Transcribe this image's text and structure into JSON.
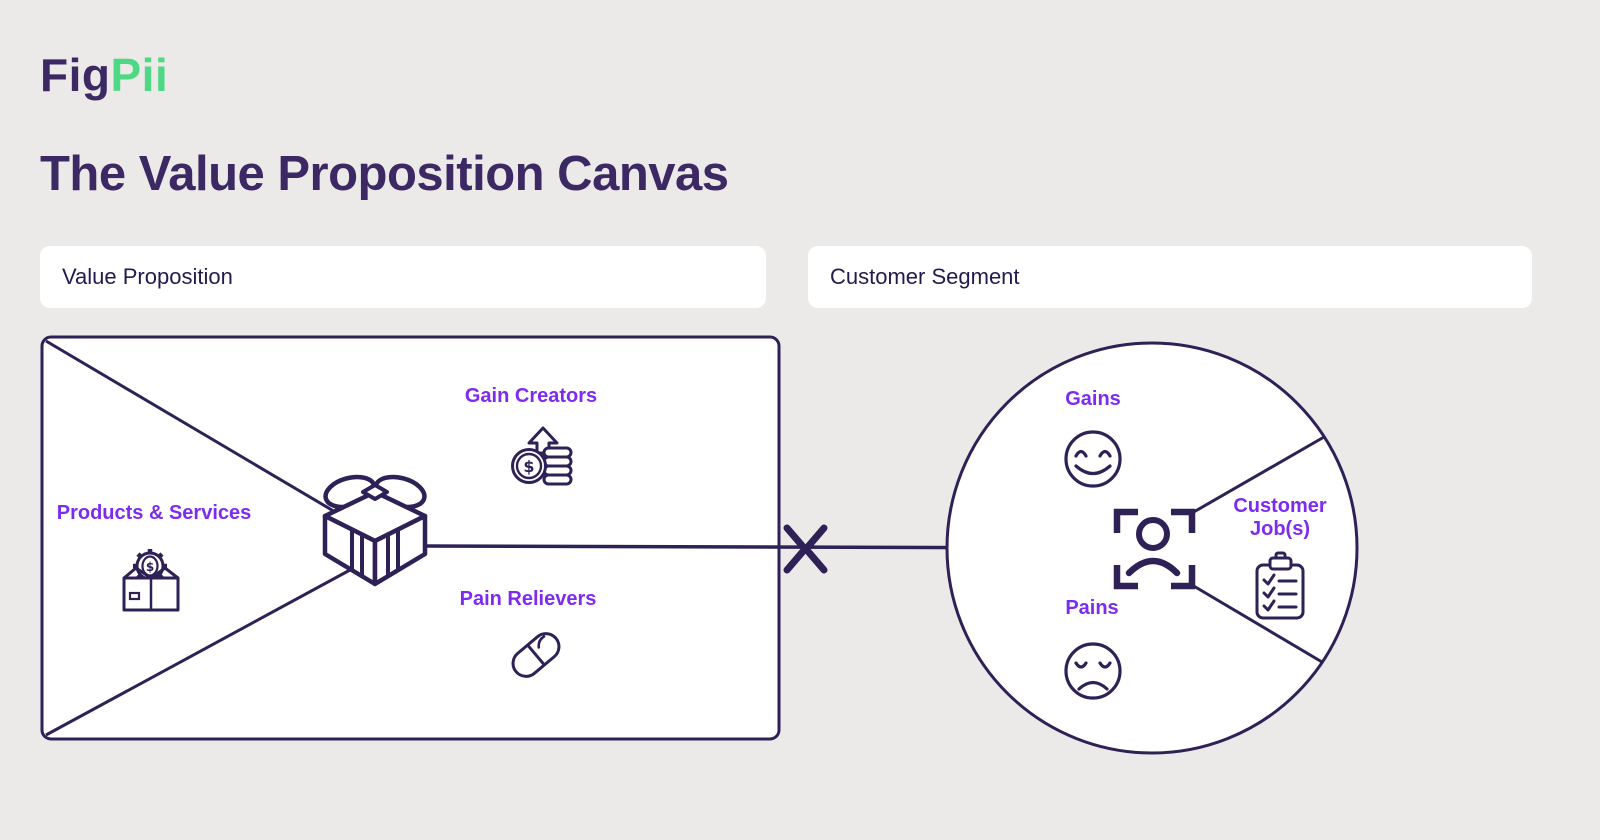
{
  "logo": {
    "fig": "Fig",
    "pii": "Pii"
  },
  "title": "The Value Proposition Canvas",
  "value_proposition": {
    "header": "Value Proposition",
    "products_services_label": "Products & Services",
    "gain_creators_label": "Gain Creators",
    "pain_relievers_label": "Pain Relievers"
  },
  "customer_segment": {
    "header": "Customer Segment",
    "gains_label": "Gains",
    "pains_label": "Pains",
    "customer_jobs_label": "Customer Job(s)"
  },
  "icons": {
    "gift": "gift-box-icon",
    "products_services": "gear-dollar-open-box-icon",
    "gain_creators": "coin-stack-up-arrow-icon",
    "pain_relievers": "pill-capsule-icon",
    "customer_focus": "person-in-focus-brackets-icon",
    "gains": "happy-face-icon",
    "pains": "sad-face-icon",
    "customer_jobs": "clipboard-checklist-icon"
  },
  "colors": {
    "background": "#ECEAE9",
    "panel": "#FFFFFF",
    "ink": "#2E2156",
    "title": "#3C2963",
    "accent_purple": "#7E2BF0",
    "logo_green": "#4FD883",
    "header_ink": "#231A4F"
  }
}
